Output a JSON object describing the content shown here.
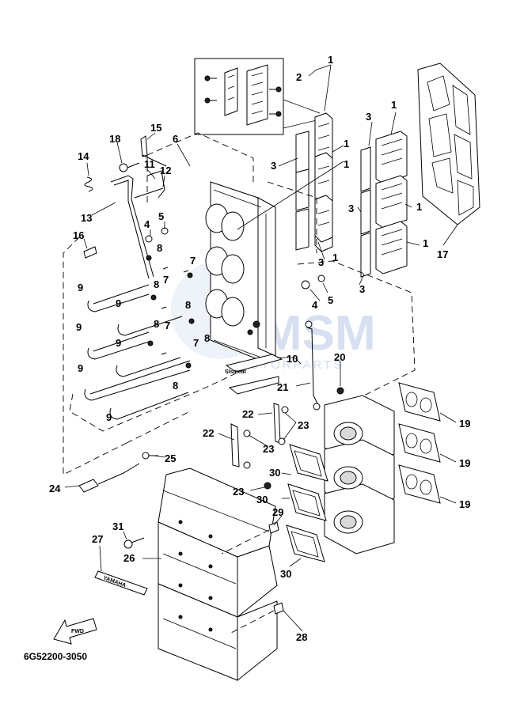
{
  "diagram": {
    "part_code": "6G52200-3050",
    "watermark": {
      "logo_text": "MSM",
      "sub_text": "MOTORPARTS"
    },
    "fwd_label": "FWD",
    "decal_text": "YAMAHA",
    "callouts": [
      {
        "id": "c1a",
        "text": "1"
      },
      {
        "id": "c2",
        "text": "2"
      },
      {
        "id": "c1b",
        "text": "1"
      },
      {
        "id": "c3a",
        "text": "3"
      },
      {
        "id": "c1c",
        "text": "1"
      },
      {
        "id": "c3b",
        "text": "3"
      },
      {
        "id": "c1d",
        "text": "1"
      },
      {
        "id": "c3c",
        "text": "3"
      },
      {
        "id": "c1e",
        "text": "1"
      },
      {
        "id": "c3d",
        "text": "3"
      },
      {
        "id": "c1f",
        "text": "1"
      },
      {
        "id": "c1g",
        "text": "1"
      },
      {
        "id": "c3e",
        "text": "3"
      },
      {
        "id": "c17",
        "text": "17"
      },
      {
        "id": "c15",
        "text": "15"
      },
      {
        "id": "c18",
        "text": "18"
      },
      {
        "id": "c6",
        "text": "6"
      },
      {
        "id": "c14",
        "text": "14"
      },
      {
        "id": "c11",
        "text": "11"
      },
      {
        "id": "c12",
        "text": "12"
      },
      {
        "id": "c13",
        "text": "13"
      },
      {
        "id": "c5a",
        "text": "5"
      },
      {
        "id": "c4a",
        "text": "4"
      },
      {
        "id": "c16",
        "text": "16"
      },
      {
        "id": "c8a",
        "text": "8"
      },
      {
        "id": "c7a",
        "text": "7"
      },
      {
        "id": "c7b",
        "text": "7"
      },
      {
        "id": "c8b",
        "text": "8"
      },
      {
        "id": "c9a",
        "text": "9"
      },
      {
        "id": "c8c",
        "text": "8"
      },
      {
        "id": "c7c",
        "text": "7"
      },
      {
        "id": "c9b",
        "text": "9"
      },
      {
        "id": "c8d",
        "text": "8"
      },
      {
        "id": "c9c",
        "text": "9"
      },
      {
        "id": "c8e",
        "text": "8"
      },
      {
        "id": "c7d",
        "text": "7"
      },
      {
        "id": "c9d",
        "text": "9"
      },
      {
        "id": "c9e",
        "text": "9"
      },
      {
        "id": "c8f",
        "text": "8"
      },
      {
        "id": "c9f",
        "text": "9"
      },
      {
        "id": "c4b",
        "text": "4"
      },
      {
        "id": "c5b",
        "text": "5"
      },
      {
        "id": "c10",
        "text": "10"
      },
      {
        "id": "c20",
        "text": "20"
      },
      {
        "id": "c21",
        "text": "21"
      },
      {
        "id": "c22a",
        "text": "22"
      },
      {
        "id": "c23a",
        "text": "23"
      },
      {
        "id": "c19a",
        "text": "19"
      },
      {
        "id": "c22b",
        "text": "22"
      },
      {
        "id": "c23b",
        "text": "23"
      },
      {
        "id": "c19b",
        "text": "19"
      },
      {
        "id": "c25",
        "text": "25"
      },
      {
        "id": "c30a",
        "text": "30"
      },
      {
        "id": "c24",
        "text": "24"
      },
      {
        "id": "c23c",
        "text": "23"
      },
      {
        "id": "c30b",
        "text": "30"
      },
      {
        "id": "c19c",
        "text": "19"
      },
      {
        "id": "c29",
        "text": "29"
      },
      {
        "id": "c31",
        "text": "31"
      },
      {
        "id": "c27",
        "text": "27"
      },
      {
        "id": "c26",
        "text": "26"
      },
      {
        "id": "c30c",
        "text": "30"
      },
      {
        "id": "c28",
        "text": "28"
      }
    ]
  }
}
